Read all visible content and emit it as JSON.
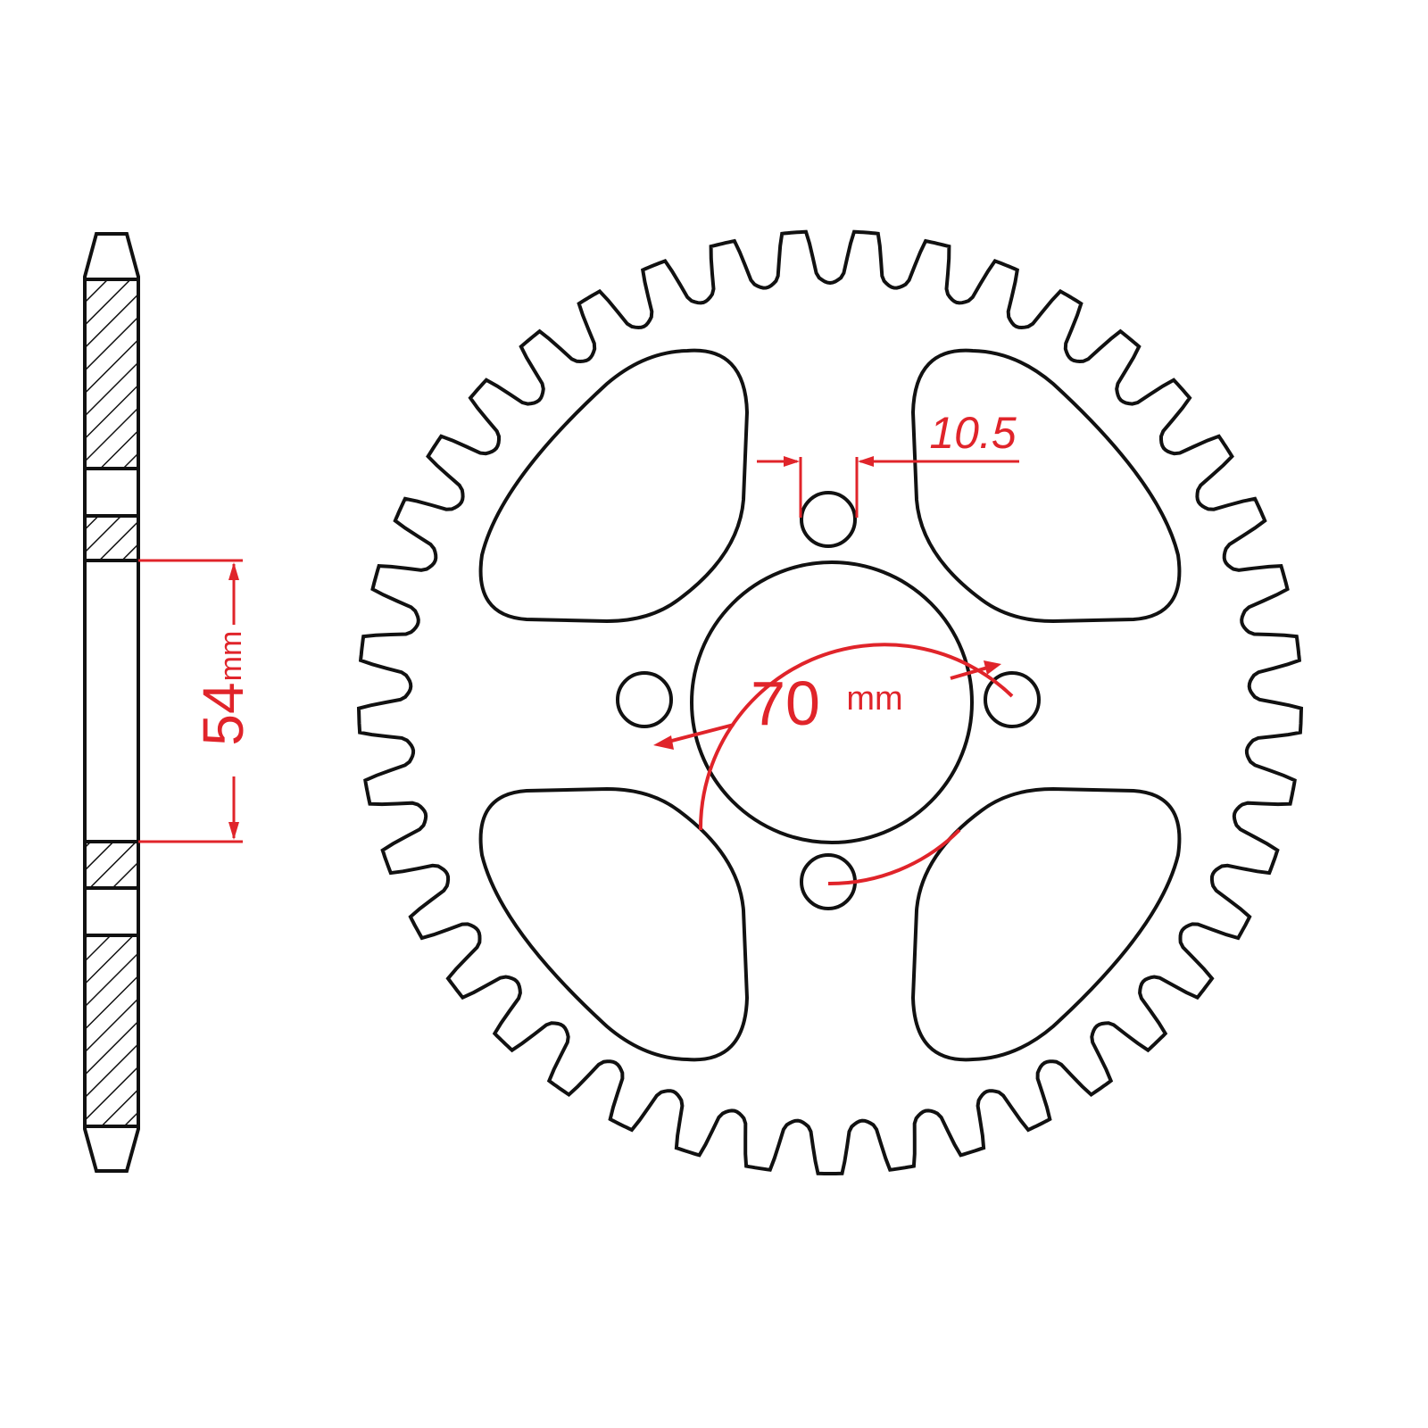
{
  "colors": {
    "outline": "#111111",
    "dimension": "#e0242a",
    "background": "#ffffff"
  },
  "side_view": {
    "dimension_value": "54",
    "dimension_unit": "mm"
  },
  "front_view": {
    "bolt_circle_value": "70",
    "bolt_circle_unit": "mm",
    "bolt_hole_label": "10.5"
  }
}
